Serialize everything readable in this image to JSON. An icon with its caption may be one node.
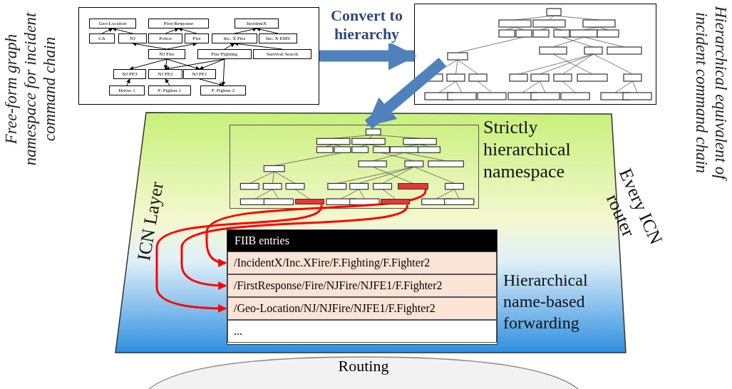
{
  "diagram": {
    "nodes": [
      {
        "text": [],
        "shape": "box",
        "beside": [
          "Free-form graph namespace for incident command chain"
        ]
      },
      {
        "text": [
          "Geo-Location"
        ],
        "in": 0
      },
      {
        "text": [
          "First Response"
        ],
        "in": 0
      },
      {
        "text": [
          "IncidentX"
        ],
        "in": 0
      },
      {
        "text": [
          "CA"
        ],
        "in": 0
      },
      {
        "text": [
          "NJ"
        ],
        "in": 0
      },
      {
        "text": [
          "Police"
        ],
        "in": 0
      },
      {
        "text": [
          "Fire"
        ],
        "in": 0
      },
      {
        "text": [
          "Inc. X Fire"
        ],
        "in": 0
      },
      {
        "text": [
          "Inc. X EMS"
        ],
        "in": 0
      },
      {
        "text": [
          "NJ Fire"
        ],
        "in": 0
      },
      {
        "text": [
          "Fire Fighting"
        ],
        "in": 0
      },
      {
        "text": [
          "Survival Search"
        ],
        "in": 0
      },
      {
        "text": [
          "NJ FE3"
        ],
        "in": 0
      },
      {
        "text": [
          "NJ FE2"
        ],
        "in": 0
      },
      {
        "text": [
          "NJ FE1"
        ],
        "in": 0
      },
      {
        "text": [
          "Driver 1"
        ],
        "in": 0
      },
      {
        "text": [
          "F. Fighter 1"
        ],
        "in": 0
      },
      {
        "text": [
          "F. Fighter 2"
        ],
        "in": 0
      },
      {
        "text": [],
        "shape": "picture",
        "beside": [
          "Hierarchical equivalent of incident command chain"
        ]
      },
      {
        "text": [
          "ICN Layer",
          "Every ICN router"
        ]
      },
      {
        "text": [],
        "shape": "picture",
        "in": 20,
        "beside": [
          "Strictly hierarchical namespace"
        ]
      },
      {
        "text": [],
        "shape": "box",
        "in": 21
      },
      {
        "text": [],
        "shape": "box",
        "in": 21
      },
      {
        "text": [],
        "shape": "box",
        "in": 21
      },
      {
        "text": [
          "FIIB entries"
        ],
        "in": 20
      },
      {
        "text": [
          "/IncidentX/Inc.XFire/F.Fighting/F.Fighter2"
        ],
        "in": 25
      },
      {
        "text": [
          "/FirstResponse/Fire/NJFire/NJFE1/F.Fighter2"
        ],
        "in": 25
      },
      {
        "text": [
          "/Geo-Location/NJ/NJFire/NJFE1/F.Fighter2"
        ],
        "in": 25
      },
      {
        "text": [
          "..."
        ],
        "in": 25
      },
      {
        "text": [
          "Routing"
        ]
      }
    ],
    "edges": [
      {
        "from": 0,
        "to": 19,
        "arrow": "to",
        "label": "Convert to hierarchy",
        "style": "thick",
        "color": "#4f81bd"
      },
      {
        "from": 19,
        "to": 21,
        "arrow": "to",
        "style": "thick",
        "color": "#4f81bd"
      },
      {
        "from": 4,
        "to": 1,
        "arrow": "to"
      },
      {
        "from": 5,
        "to": 1,
        "arrow": "to"
      },
      {
        "from": 6,
        "to": 2,
        "arrow": "to"
      },
      {
        "from": 7,
        "to": 2,
        "arrow": "to"
      },
      {
        "from": 8,
        "to": 3,
        "arrow": "to"
      },
      {
        "from": 9,
        "to": 3,
        "arrow": "to"
      },
      {
        "from": 10,
        "to": 5,
        "arrow": "to"
      },
      {
        "from": 10,
        "to": 7,
        "arrow": "to"
      },
      {
        "from": 11,
        "to": 8,
        "arrow": "to"
      },
      {
        "from": 12,
        "to": 8,
        "arrow": "to"
      },
      {
        "from": 10,
        "to": 13,
        "arrow": "to"
      },
      {
        "from": 10,
        "to": 14,
        "arrow": "to"
      },
      {
        "from": 10,
        "to": 15,
        "arrow": "to"
      },
      {
        "from": 11,
        "to": 14,
        "arrow": "to"
      },
      {
        "from": 11,
        "to": 15,
        "arrow": "to"
      },
      {
        "from": 11,
        "to": 18,
        "arrow": "to"
      },
      {
        "from": 16,
        "to": 13,
        "arrow": "to"
      },
      {
        "from": 17,
        "to": 14,
        "arrow": "to"
      },
      {
        "from": 15,
        "to": 18,
        "arrow": "to"
      },
      {
        "from": 22,
        "to": 26,
        "arrow": "to",
        "style": "thick",
        "color": "#ff0000"
      },
      {
        "from": 24,
        "to": 27,
        "arrow": "to",
        "style": "thick",
        "color": "#ff0000"
      },
      {
        "from": 23,
        "to": 28,
        "arrow": "to",
        "style": "thick",
        "color": "#ff0000"
      }
    ],
    "labels": [
      "Hierarchical name-based forwarding"
    ]
  }
}
